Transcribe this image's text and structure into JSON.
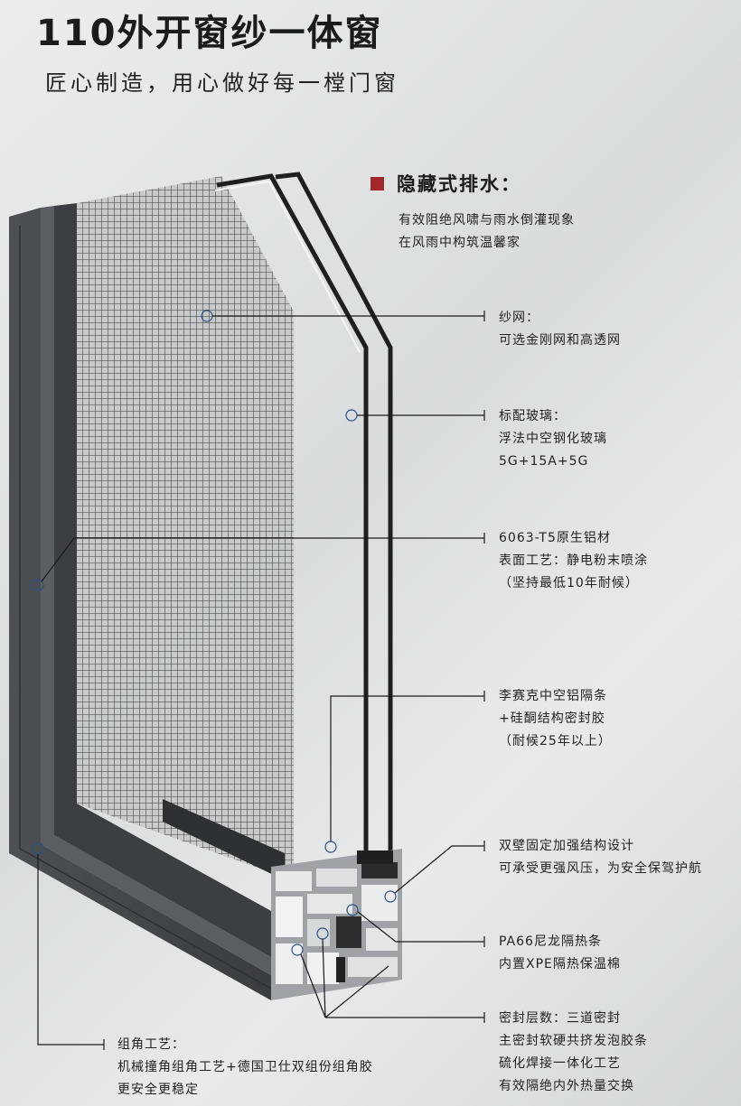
{
  "title": "110外开窗纱一体窗",
  "subtitle": "匠心制造，用心做好每一樘门窗",
  "colors": {
    "accent_square": "#a3262a",
    "frame": "#3f4345",
    "text": "#222222"
  },
  "callouts": {
    "drainage": {
      "heading": "隐藏式排水：",
      "lines": [
        "有效阻绝风啸与雨水倒灌现象",
        "在风雨中构筑温馨家"
      ]
    },
    "screen": {
      "lines": [
        "纱网：",
        "可选金刚网和高透网"
      ]
    },
    "glass": {
      "lines": [
        "标配玻璃：",
        "浮法中空钢化玻璃",
        "5G+15A+5G"
      ]
    },
    "aluminum": {
      "lines": [
        "6063-T5原生铝材",
        "表面工艺：静电粉末喷涂",
        "（坚持最低10年耐候）"
      ]
    },
    "spacer": {
      "lines": [
        "李赛克中空铝隔条",
        "+硅酮结构密封胶",
        "（耐候25年以上）"
      ]
    },
    "double_wall": {
      "lines": [
        "双壁固定加强结构设计",
        "可承受更强风压，为安全保驾护航"
      ]
    },
    "thermal_break": {
      "lines": [
        "PA66尼龙隔热条",
        "内置XPE隔热保温棉"
      ]
    },
    "seals": {
      "lines": [
        "密封层数：三道密封",
        "主密封软硬共挤发泡胶条",
        "硫化焊接一体化工艺",
        "有效隔绝内外热量交换"
      ]
    },
    "corner": {
      "lines": [
        "组角工艺：",
        "机械撞角组角工艺+德国卫仕双组份组角胶",
        "更安全更稳定"
      ]
    }
  }
}
